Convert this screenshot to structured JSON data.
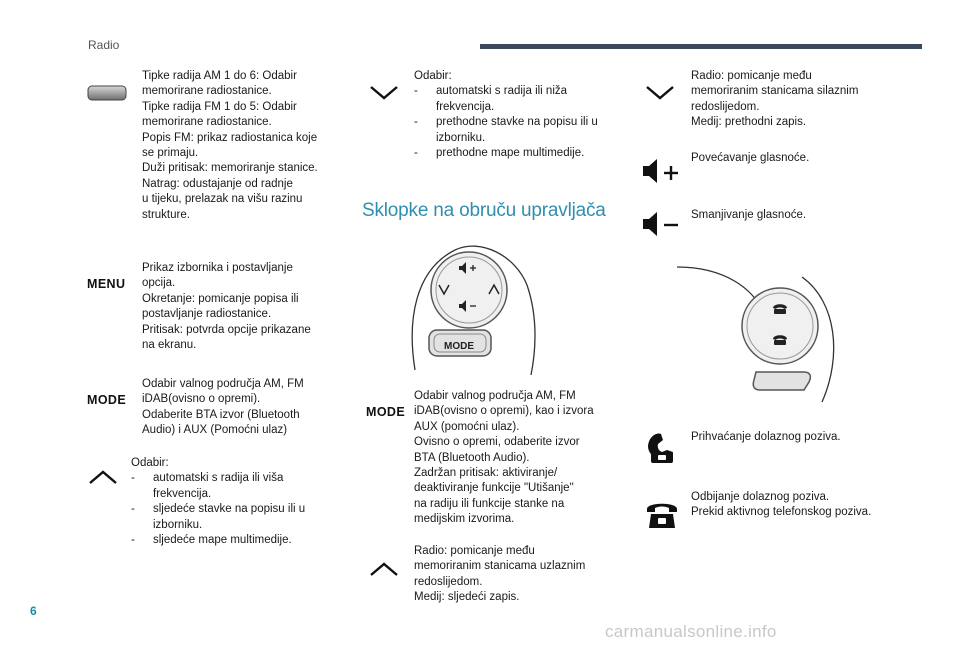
{
  "header": {
    "section": "Radio"
  },
  "footer": {
    "page_number": "6",
    "watermark": "carmanualsonline.info"
  },
  "col1": {
    "preset": {
      "lines": [
        "Tipke radija AM 1 do 6: Odabir",
        "memorirane radiostanice.",
        "Tipke radija FM 1 do 5: Odabir",
        "memorirane radiostanice.",
        "Popis FM: prikaz radiostanica koje",
        "se primaju.",
        "Duži pritisak: memoriranje stanice.",
        "Natrag: odustajanje od radnje",
        "u tijeku, prelazak na višu razinu",
        "strukture."
      ]
    },
    "menu": {
      "label": "MENU",
      "lines": [
        "Prikaz izbornika i postavljanje",
        "opcija.",
        "Okretanje: pomicanje popisa ili",
        "postavljanje radiostanice.",
        "Pritisak: potvrda opcije prikazane",
        "na ekranu."
      ]
    },
    "mode": {
      "label": "MODE",
      "lines": [
        "Odabir valnog područja AM, FM",
        "iDAB(ovisno o opremi).",
        "Odaberite BTA izvor (Bluetooth",
        "Audio) i AUX (Pomoćni ulaz)"
      ]
    },
    "up": {
      "intro": "Odabir:",
      "items": [
        "automatski s radija ili viša frekvencija.",
        "sljedeće stavke na popisu ili u izborniku.",
        "sljedeće mape multimedije."
      ]
    }
  },
  "col2": {
    "down": {
      "intro": "Odabir:",
      "items": [
        "automatski s radija ili niža frekvencija.",
        "prethodne stavke na popisu ili u izborniku.",
        "prethodne mape multimedije."
      ]
    },
    "section_title": "Sklopke na obruču upravljača",
    "wheel_mode_label": "MODE",
    "mode": {
      "label": "MODE",
      "lines": [
        "Odabir valnog područja AM, FM",
        "iDAB(ovisno o opremi), kao i izvora",
        "AUX (pomoćni ulaz).",
        "Ovisno o opremi, odaberite izvor",
        "BTA (Bluetooth Audio).",
        "Zadržan pritisak: aktiviranje/",
        "deaktiviranje funkcije \"Utišanje\"",
        "na radiju ili funkcije stanke na",
        "medijskim izvorima."
      ]
    },
    "up": {
      "lines": [
        "Radio: pomicanje među",
        "memoriranim stanicama uzlaznim",
        "redoslijedom.",
        "Medij: sljedeći zapis."
      ]
    }
  },
  "col3": {
    "down": {
      "lines": [
        "Radio: pomicanje među",
        "memoriranim stanicama silaznim",
        "redoslijedom.",
        "Medij: prethodni zapis."
      ]
    },
    "vol_up": {
      "lines": [
        "Povećavanje glasnoće."
      ]
    },
    "vol_down": {
      "lines": [
        "Smanjivanje glasnoće."
      ]
    },
    "answer": {
      "lines": [
        "Prihvaćanje dolaznog poziva."
      ]
    },
    "hangup": {
      "lines": [
        "Odbijanje dolaznog poziva.",
        "Prekid aktivnog telefonskog poziva."
      ]
    }
  }
}
